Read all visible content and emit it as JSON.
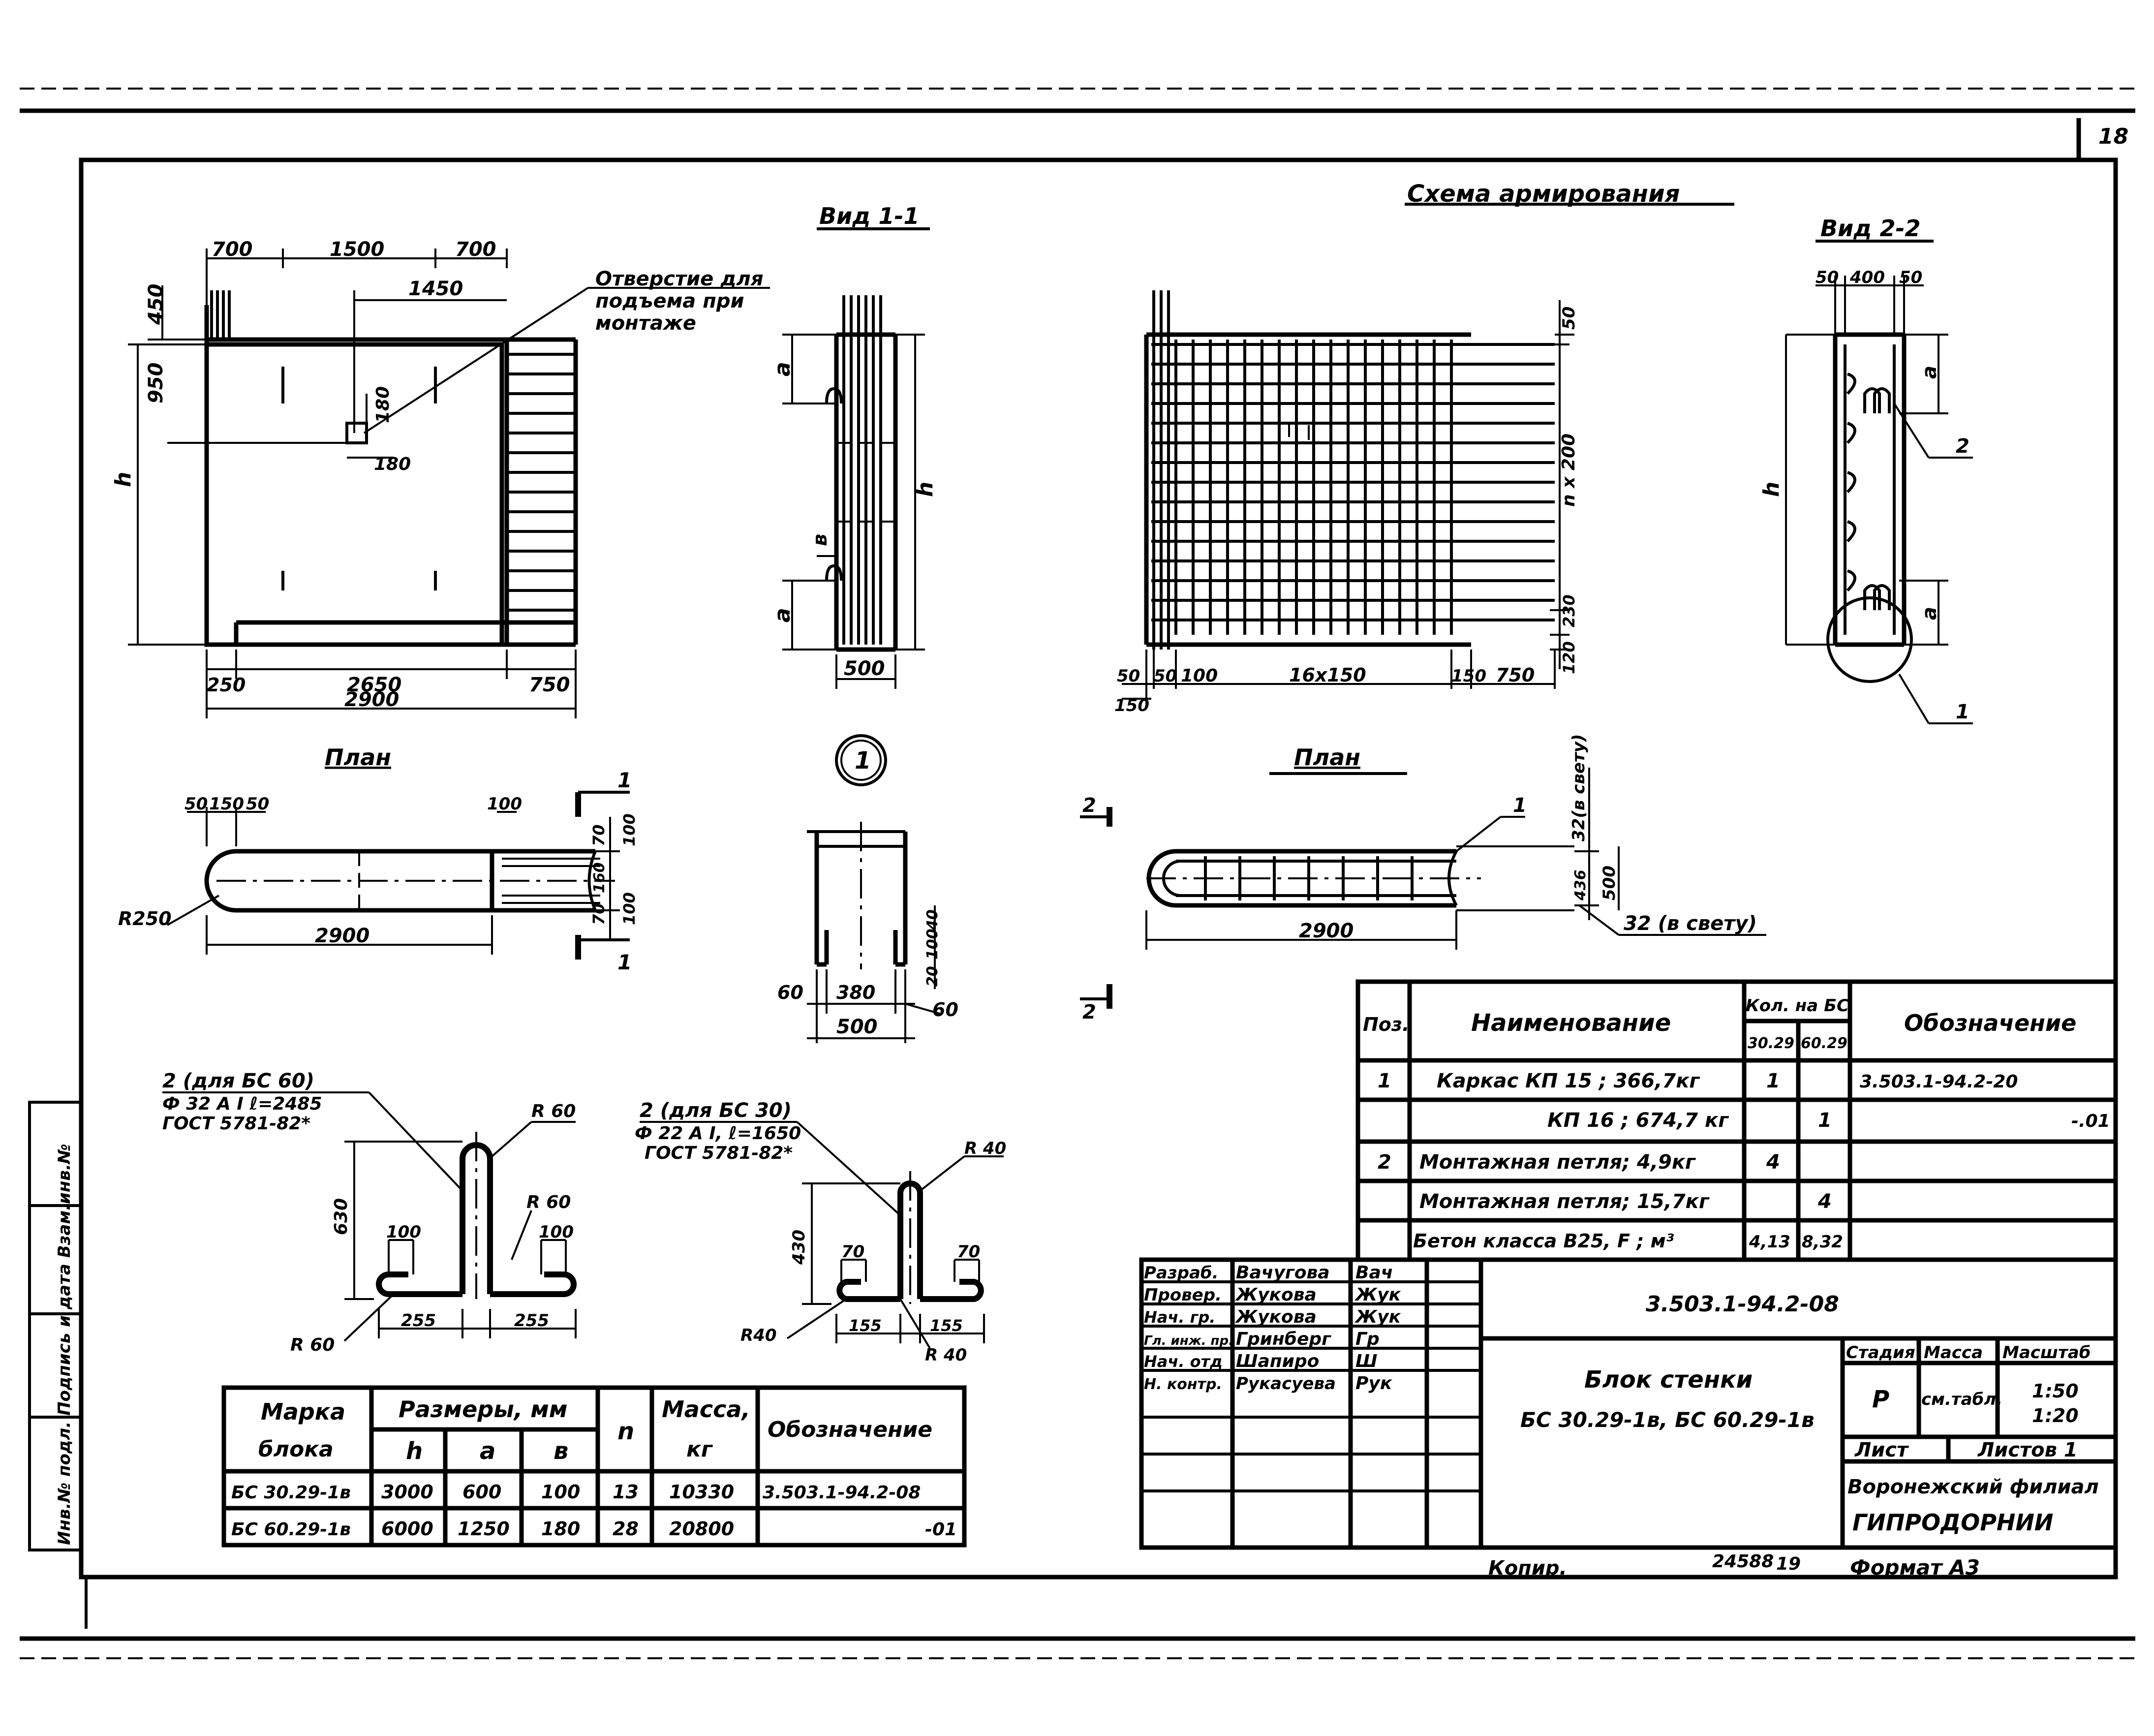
{
  "sheet": {
    "sheet_number": "18",
    "side_stamp": "Инв.№ подл. Подпись и дата Взам.инв.№"
  },
  "views": {
    "view_1_1": "Вид 1-1",
    "view_2_2": "Вид 2-2",
    "reinforcement_scheme": "Схема армирования",
    "plan_left": "План",
    "plan_right": "План",
    "node_marker": "1",
    "hole_note_line1": "Отверстие для",
    "hole_note_line2": "подъема при",
    "hole_note_line3": "монтаже"
  },
  "dims": {
    "front_700a": "700",
    "front_1500": "1500",
    "front_700b": "700",
    "front_1450": "1450",
    "front_450": "450",
    "front_950": "950",
    "front_h": "h",
    "front_180a": "180",
    "front_180b": "180",
    "front_250": "250",
    "front_2650": "2650",
    "front_750": "750",
    "front_2900": "2900",
    "v11_a_top": "a",
    "v11_h": "h",
    "v11_b": "в",
    "v11_a_bot": "a",
    "v11_500": "500",
    "scheme_50": "50",
    "scheme_nx200": "n x 200",
    "scheme_230": "230",
    "scheme_120": "120",
    "scheme_50a": "50",
    "scheme_50b": "50",
    "scheme_100": "100",
    "scheme_16x150": "16x150",
    "scheme_150": "150",
    "scheme_750": "750",
    "scheme_150b": "150",
    "v22_50a": "50",
    "v22_400": "400",
    "v22_50b": "50",
    "v22_a_top": "a",
    "v22_h": "h",
    "v22_a_bot": "a",
    "v22_pos2": "2",
    "v22_pos1": "1",
    "plan_50": "50",
    "plan_150": "150",
    "plan_50b": "50",
    "plan_100": "100",
    "plan_70a": "70",
    "plan_100a": "100",
    "plan_160": "160",
    "plan_70b": "70",
    "plan_100b": "100",
    "plan_r250": "R250",
    "plan_2900": "2900",
    "plan_sec1a": "1",
    "plan_sec1b": "1",
    "node_60": "60",
    "node_380": "380",
    "node_500": "500",
    "node_40": "40",
    "node_100": "100",
    "node_20": "20",
    "node_60b": "60",
    "rplan_2a": "2",
    "rplan_2b": "2",
    "rplan_1": "1",
    "rplan_32v": "32(в свету)",
    "rplan_436": "436",
    "rplan_500": "500",
    "rplan_32b": "32 (в свету)",
    "rplan_2900": "2900"
  },
  "loops": {
    "loop60_title": "2  (для БС 60)",
    "loop60_spec": "Ф 32 A I  ℓ=2485",
    "loop60_gost": "ГОСТ 5781-82*",
    "loop60_r60a": "R 60",
    "loop60_r60b": "R 60",
    "loop60_r60c": "R 60",
    "loop60_630": "630",
    "loop60_100a": "100",
    "loop60_100b": "100",
    "loop60_255a": "255",
    "loop60_255b": "255",
    "loop30_title": "2  (для БС 30)",
    "loop30_spec": "Ф 22 A I, ℓ=1650",
    "loop30_gost": "ГОСТ 5781-82*",
    "loop30_r40a": "R 40",
    "loop30_r40b": "R40",
    "loop30_r40c": "R 40",
    "loop30_430": "430",
    "loop30_70a": "70",
    "loop30_70b": "70",
    "loop30_155a": "155",
    "loop30_155b": "155"
  },
  "block_table": {
    "h_mark": "Марка",
    "h_mark2": "блока",
    "h_sizes": "Размеры, мм",
    "h_h": "h",
    "h_a": "a",
    "h_b": "в",
    "h_n": "n",
    "h_mass": "Масса,",
    "h_mass2": "кг",
    "h_desig": "Обозначение",
    "rows": [
      {
        "mark": "БС 30.29-1в",
        "h": "3000",
        "a": "600",
        "b": "100",
        "n": "13",
        "mass": "10330",
        "desig": "3.503.1-94.2-08"
      },
      {
        "mark": "БС 60.29-1в",
        "h": "6000",
        "a": "1250",
        "b": "180",
        "n": "28",
        "mass": "20800",
        "desig": "-01"
      }
    ]
  },
  "spec_table": {
    "h_pos": "Поз.",
    "h_name": "Наименование",
    "h_qty": "Кол. на БС",
    "h_q30": "30.29",
    "h_q60": "60.29",
    "h_desig": "Обозначение",
    "rows": [
      {
        "pos": "1",
        "name": "Каркас   КП 15  ; 366,7кг",
        "q30": "1",
        "q60": "",
        "desig": "3.503.1-94.2-20"
      },
      {
        "pos": "",
        "name": "КП 16  ; 674,7 кг",
        "q30": "",
        "q60": "1",
        "desig": "-.01"
      },
      {
        "pos": "2",
        "name": "Монтажная петля; 4,9кг",
        "q30": "4",
        "q60": "",
        "desig": ""
      },
      {
        "pos": "",
        "name": "Монтажная петля; 15,7кг",
        "q30": "",
        "q60": "4",
        "desig": ""
      },
      {
        "pos": "",
        "name": "Бетон класса B25, F  ; м³",
        "q30": "4,13",
        "q60": "8,32",
        "desig": ""
      }
    ]
  },
  "title_block": {
    "signers": [
      {
        "role": "Разраб.",
        "name": "Вачугова",
        "sig": "Вач"
      },
      {
        "role": "Провер.",
        "name": "Жукова",
        "sig": "Жук"
      },
      {
        "role": "Нач. гр.",
        "name": "Жукова",
        "sig": "Жук"
      },
      {
        "role": "Гл. инж. пр.",
        "name": "Гринберг",
        "sig": "Гр"
      },
      {
        "role": "Нач. отд",
        "name": "Шапиро",
        "sig": "Ш"
      },
      {
        "role": "Н. контр.",
        "name": "Рукасуева",
        "sig": "Рук"
      }
    ],
    "doc_code": "3.503.1-94.2-08",
    "title_line1": "Блок  стенки",
    "title_line2": "БС 30.29-1в, БС 60.29-1в",
    "h_stage": "Стадия",
    "h_mass": "Масса",
    "h_scale": "Масштаб",
    "stage": "Р",
    "mass": "см.табл.",
    "scale1": "1:50",
    "scale2": "1:20",
    "sheet_label": "Лист",
    "sheets_label": "Листов 1",
    "org_line1": "Воронежский филиал",
    "org_line2": "ГИПРОДОРНИИ"
  },
  "footer": {
    "copied": "Копир.",
    "copy_no": "24588",
    "page_no": "19",
    "format": "Формат А3"
  }
}
